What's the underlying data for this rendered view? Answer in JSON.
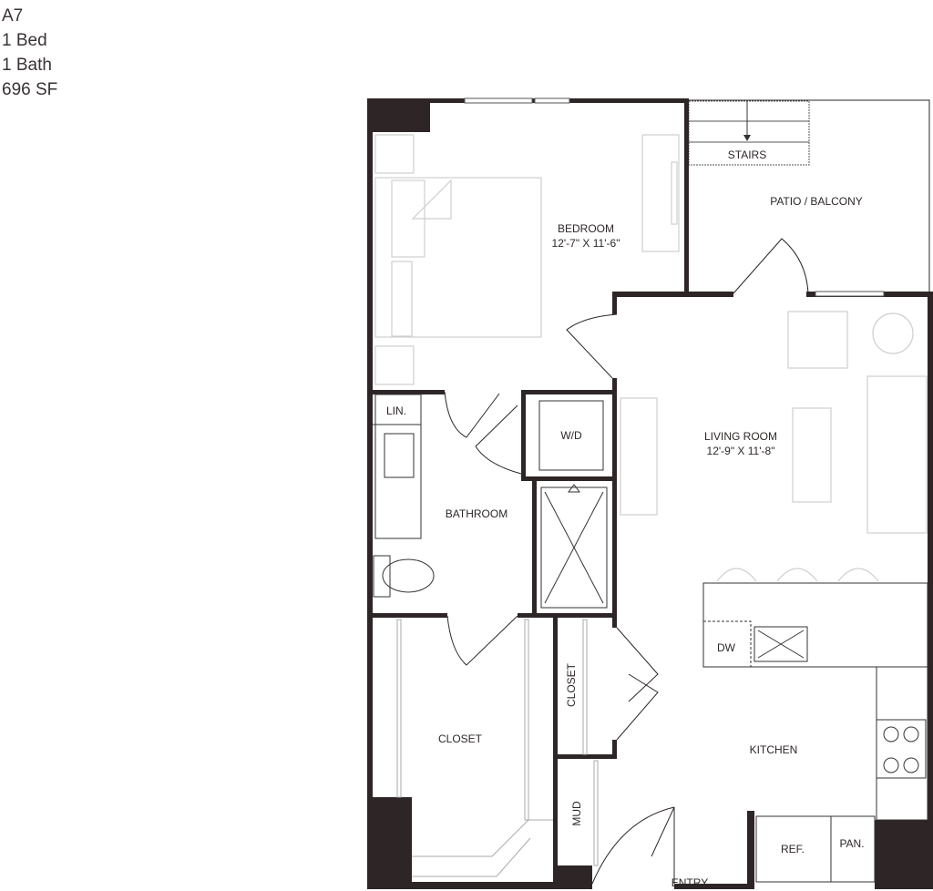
{
  "unit": {
    "name": "A7",
    "beds": "1 Bed",
    "baths": "1 Bath",
    "area": "696 SF"
  },
  "rooms": {
    "bedroom": {
      "name": "BEDROOM",
      "dims": "12'-7\" X 11'-6\""
    },
    "stairs": "STAIRS",
    "patio": "PATIO / BALCONY",
    "living": {
      "name": "LIVING ROOM",
      "dims": "12'-9\" X 11'-8\""
    },
    "linen": "LIN.",
    "wd": "W/D",
    "bathroom": "BATHROOM",
    "closet": "CLOSET",
    "closet_small": "CLOSET",
    "mud": "MUD",
    "dw": "DW",
    "kitchen": "KITCHEN",
    "ref": "REF.",
    "pantry": "PAN.",
    "entry": "ENTRY"
  },
  "colors": {
    "wall": "#2e2626",
    "furniture": "#cfcfcf"
  }
}
